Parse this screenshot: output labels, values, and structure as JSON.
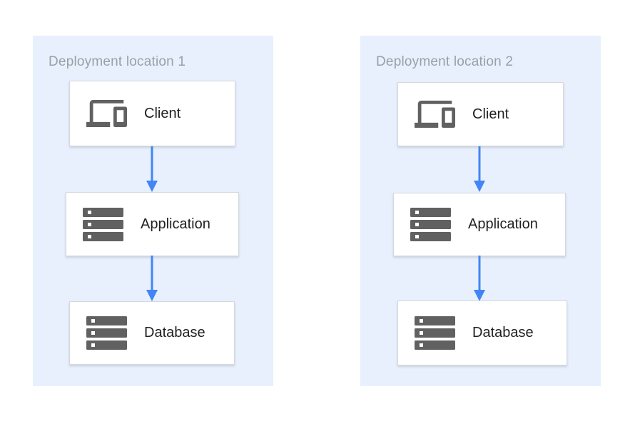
{
  "diagram": {
    "type": "architecture-diagram",
    "panels": [
      {
        "title": "Deployment location 1",
        "nodes": [
          {
            "label": "Client",
            "icon": "devices-icon"
          },
          {
            "label": "Application",
            "icon": "server-stack-icon"
          },
          {
            "label": "Database",
            "icon": "server-stack-icon"
          }
        ],
        "connections": [
          {
            "from": "Client",
            "to": "Application"
          },
          {
            "from": "Application",
            "to": "Database"
          }
        ]
      },
      {
        "title": "Deployment location 2",
        "nodes": [
          {
            "label": "Client",
            "icon": "devices-icon"
          },
          {
            "label": "Application",
            "icon": "server-stack-icon"
          },
          {
            "label": "Database",
            "icon": "server-stack-icon"
          }
        ],
        "connections": [
          {
            "from": "Client",
            "to": "Application"
          },
          {
            "from": "Application",
            "to": "Database"
          }
        ]
      }
    ],
    "colors": {
      "page_background": "#ffffff",
      "panel_background": "#e8f0fe",
      "node_background": "#ffffff",
      "node_border": "#d5d9dd",
      "arrow": "#4285f4",
      "icon": "#616161",
      "title_text": "#9aa0a6",
      "label_text": "#212124"
    }
  }
}
